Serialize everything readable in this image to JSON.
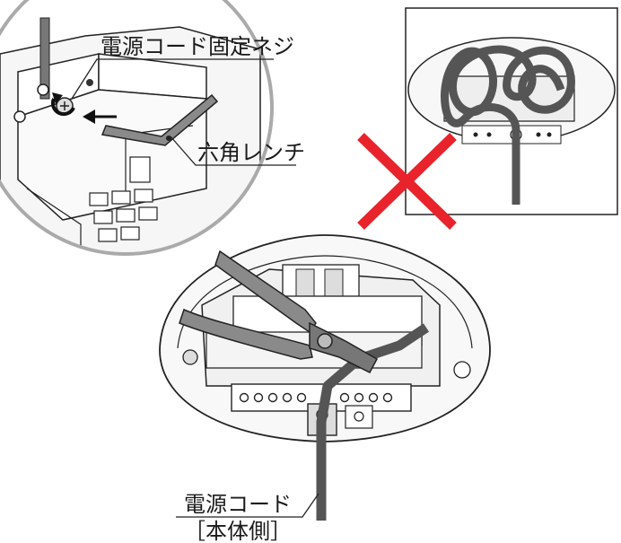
{
  "labels": {
    "fixing_screw": "電源コード固定ネジ",
    "hex_wrench": "六角レンチ",
    "power_cord": "電源コード",
    "unit_side": "［本体側］"
  },
  "colors": {
    "prohibited_cross": "#e8232b",
    "line": "#222222",
    "cord": "#555555",
    "inset_ring": "#aaaaaa",
    "wrench_fill": "#8a8a8a"
  },
  "icons": [
    "prohibited-cross-icon",
    "rotate-arrow-icon",
    "push-arrow-icon"
  ]
}
